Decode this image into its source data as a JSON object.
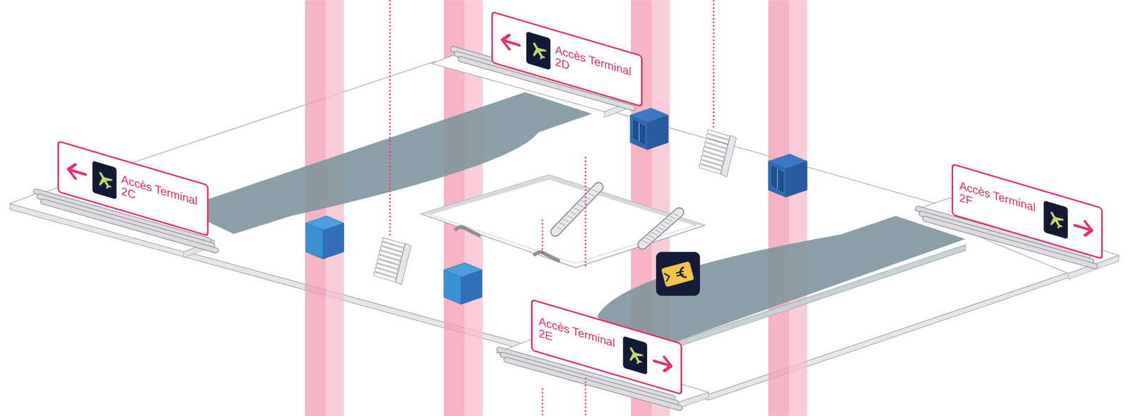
{
  "diagram": {
    "nodes": [
      {
        "text": [
          "Accès Terminal 2D"
        ]
      },
      {
        "text": [
          "Accès Terminal 2C"
        ]
      },
      {
        "text": [
          "Accès Terminal 2F"
        ]
      },
      {
        "text": [
          "Accès Terminal 2E"
        ]
      }
    ]
  }
}
